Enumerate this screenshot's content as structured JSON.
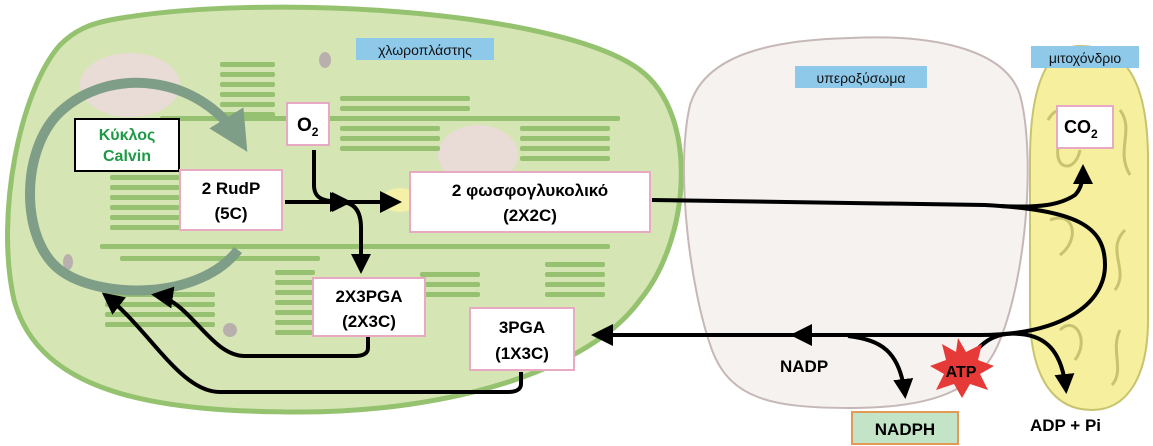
{
  "organelles": {
    "chloroplast": "χλωροπλάστης",
    "peroxisome": "υπεροξύσωμα",
    "mitochondrion": "μιτοχόνδριο"
  },
  "calvin": {
    "line1": "Κύκλος",
    "line2": "Calvin"
  },
  "boxes": {
    "rudp_line1": "2 RudP",
    "rudp_line2": "(5C)",
    "o2_main": "O",
    "o2_sub": "2",
    "phosphoglycolate_line1": "2 φωσφογλυκολικό",
    "phosphoglycolate_line2": "(2Χ2C)",
    "pga2_line1": "2Χ3PGA",
    "pga2_line2": "(2Χ3C)",
    "pga1_line1": "3PGA",
    "pga1_line2": "(1Χ3C)",
    "co2_main": "CO",
    "co2_sub": "2"
  },
  "labels": {
    "nadp": "NADP",
    "nadph": "NADPH",
    "atp": "ATP",
    "adp_pi": "ADP + Pi"
  },
  "colors": {
    "chloroplast_fill": "#d6e5b4",
    "chloroplast_border": "#94c26f",
    "thylakoid": "#95c170",
    "peroxisome_fill": "#f5f2f0",
    "peroxisome_border": "#c6b8b6",
    "mitochondrion_fill": "#f6ef9e",
    "mitochondrion_border": "#c7c36e",
    "tag_fill": "#8ec9ea",
    "box_border": "#e8aac2",
    "calvin_text": "#1e9a46",
    "calvin_arrow": "#7f9e87",
    "nadph_fill": "#c4e4c7",
    "nadph_border": "#e39a55",
    "atp_star": "#e53a37"
  }
}
